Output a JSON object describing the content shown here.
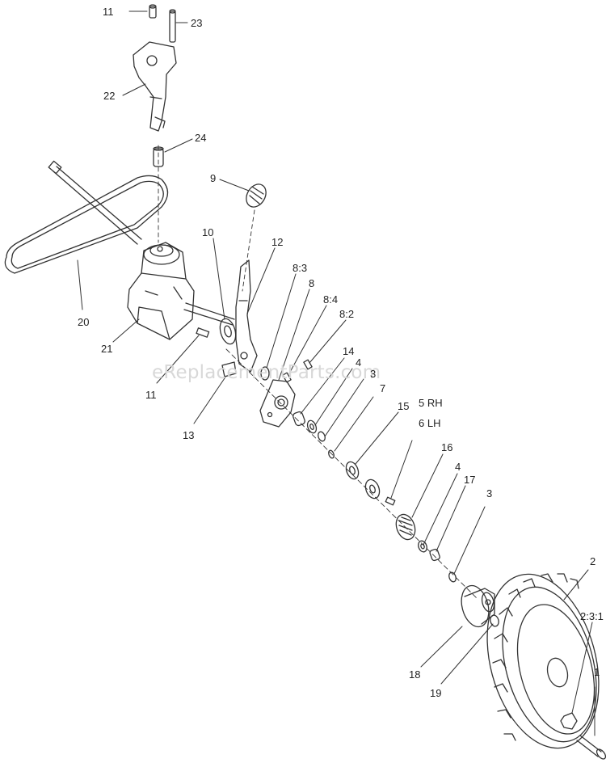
{
  "watermark": "eReplacementParts.com",
  "labels": [
    {
      "id": "11a",
      "text": "11"
    },
    {
      "id": "23",
      "text": "23"
    },
    {
      "id": "22",
      "text": "22"
    },
    {
      "id": "24",
      "text": "24"
    },
    {
      "id": "9",
      "text": "9"
    },
    {
      "id": "10",
      "text": "10"
    },
    {
      "id": "12",
      "text": "12"
    },
    {
      "id": "8_3",
      "text": "8:3"
    },
    {
      "id": "8",
      "text": "8"
    },
    {
      "id": "8_4",
      "text": "8:4"
    },
    {
      "id": "8_2",
      "text": "8:2"
    },
    {
      "id": "14",
      "text": "14"
    },
    {
      "id": "4a",
      "text": "4"
    },
    {
      "id": "3a",
      "text": "3"
    },
    {
      "id": "7",
      "text": "7"
    },
    {
      "id": "15",
      "text": "15"
    },
    {
      "id": "5rh",
      "text": "5 RH"
    },
    {
      "id": "6lh",
      "text": "6 LH"
    },
    {
      "id": "16",
      "text": "16"
    },
    {
      "id": "4b",
      "text": "4"
    },
    {
      "id": "17",
      "text": "17"
    },
    {
      "id": "3b",
      "text": "3"
    },
    {
      "id": "20",
      "text": "20"
    },
    {
      "id": "21",
      "text": "21"
    },
    {
      "id": "11b",
      "text": "11"
    },
    {
      "id": "13",
      "text": "13"
    },
    {
      "id": "2",
      "text": "2"
    },
    {
      "id": "2_3_1",
      "text": "2:3:1"
    },
    {
      "id": "1",
      "text": "1"
    },
    {
      "id": "18",
      "text": "18"
    },
    {
      "id": "19",
      "text": "19"
    }
  ]
}
